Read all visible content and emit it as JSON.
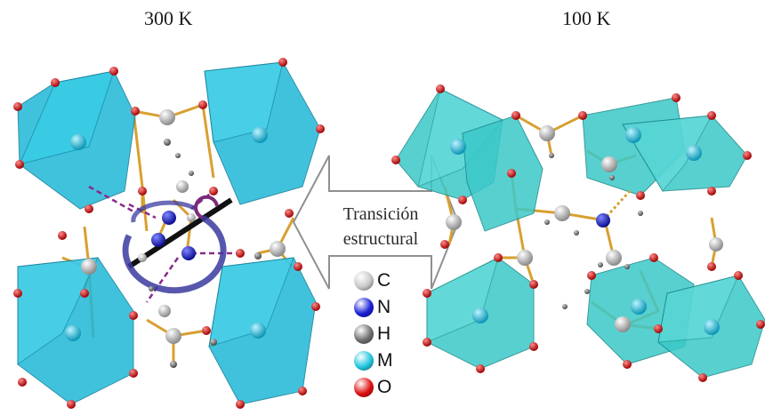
{
  "labels": {
    "left_temperature": "300 K",
    "right_temperature": "100 K",
    "transition_line1": "Transición",
    "transition_line2": "estructural"
  },
  "legend": [
    {
      "symbol": "C",
      "color": "#c8c8c8"
    },
    {
      "symbol": "N",
      "color": "#1a1fd6"
    },
    {
      "symbol": "H",
      "color": "#6e6e6e"
    },
    {
      "symbol": "M",
      "color": "#22c6de"
    },
    {
      "symbol": "O",
      "color": "#e01010"
    }
  ],
  "colors": {
    "octahedron_left": "#1fb8d8",
    "octahedron_right": "#3cc8c8",
    "bond": "#d8a030",
    "arrow_outline": "#909090",
    "rotation_arrow": "#3a3aa0",
    "dashed_hbond": "#8a2a8a"
  }
}
